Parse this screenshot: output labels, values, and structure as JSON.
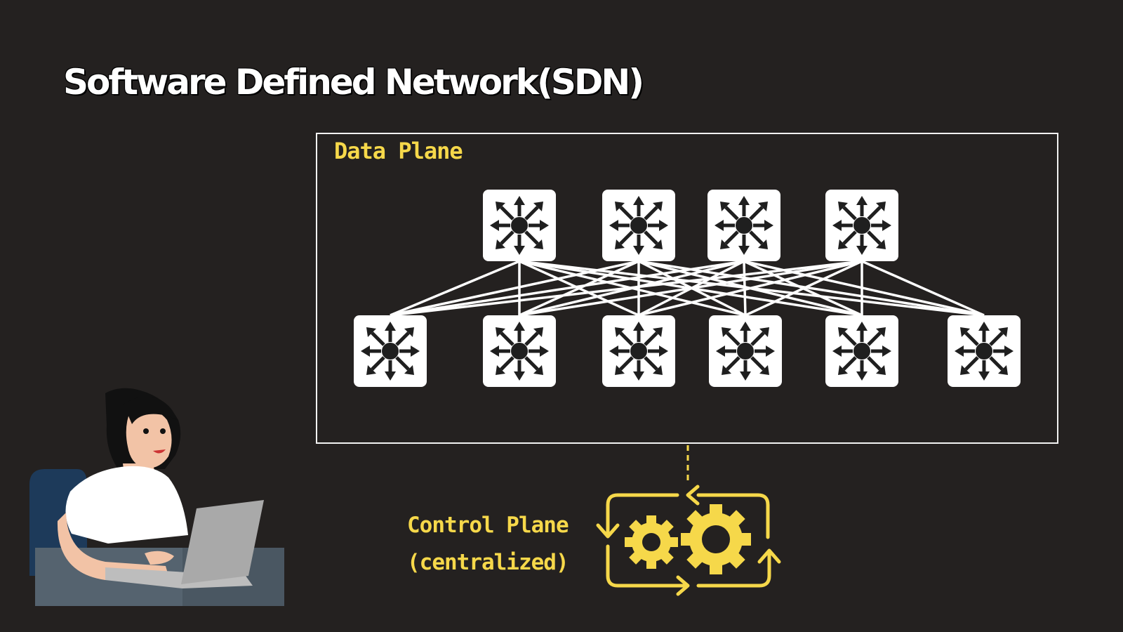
{
  "title": "Software Defined Network(SDN)",
  "data_plane": {
    "label": "Data Plane",
    "spine_count": 4,
    "leaf_count": 6
  },
  "control_plane": {
    "label_line1": "Control Plane",
    "label_line2": "(centralized)"
  },
  "colors": {
    "background": "#242120",
    "accent": "#f6d84a",
    "switch_fill": "#ffffff",
    "switch_symbol": "#1f1f1f",
    "link": "#ffffff"
  },
  "icons": [
    "switch-icon",
    "gears-icon",
    "cycle-arrows-icon",
    "person-at-laptop-illustration"
  ]
}
